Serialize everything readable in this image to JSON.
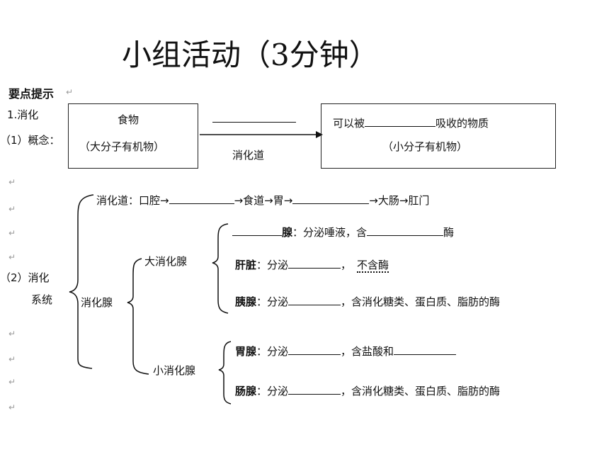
{
  "title": "小组活动（3分钟）",
  "mark": "↵",
  "hints": {
    "heading": "要点提示",
    "s1": "1.消化",
    "s1_sub": "（1）概念：",
    "box_left_line1": "食物",
    "box_left_line2": "（大分子有机物）",
    "arrow_label": "消化道",
    "box_right_line1_a": "可以被",
    "box_right_line1_b": "吸收的物质",
    "box_right_line2": "（小分子有机物）"
  },
  "system": {
    "label_a": "（2）消化",
    "label_b": "系统",
    "tract_a": "消化道：口腔→",
    "tract_b": "→食道→胃→",
    "tract_c": "→大肠→肛门",
    "glands": "消化腺",
    "big": "大消化腺",
    "small": "小消化腺",
    "saliva_name": "腺",
    "saliva_a": "：分泌唾液，含",
    "saliva_b": "酶",
    "liver_name": "肝脏",
    "liver_a": "：分泌",
    "liver_b": "，",
    "liver_c": "不含酶",
    "pancreas_name": "胰腺",
    "pancreas_a": "：分泌",
    "pancreas_b": "，含消化糖类、蛋白质、脂肪的酶",
    "stomach_name": "胃腺",
    "stomach_a": "：分泌",
    "stomach_b": "，含盐酸和",
    "intestine_name": "肠腺",
    "intestine_a": "：分泌",
    "intestine_b": "，含消化糖类、蛋白质、脂肪的酶"
  }
}
